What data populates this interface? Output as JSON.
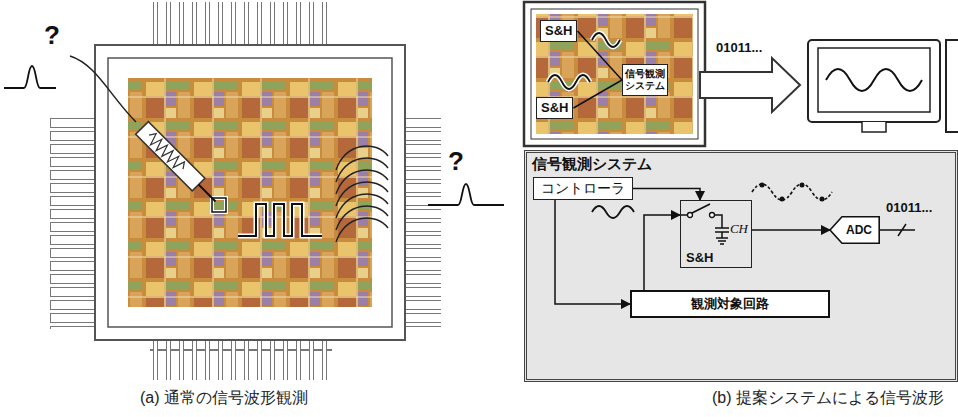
{
  "diagram": {
    "nodes": [
      {
        "text": [
          "S&H"
        ]
      },
      {
        "text": [
          "S&H"
        ]
      },
      {
        "text": [
          "信号観測システム"
        ]
      },
      {
        "text": [
          "信号観測システム"
        ]
      },
      {
        "text": [
          "コントローラ"
        ],
        "in": 3
      },
      {
        "text": [
          "S&H",
          "CH"
        ],
        "in": 3
      },
      {
        "text": [
          "ADC"
        ],
        "in": 3
      },
      {
        "text": [
          "観測対象回路"
        ],
        "in": 3
      }
    ],
    "edges": [
      {
        "from": 0,
        "to": 2,
        "arrow": "none"
      },
      {
        "from": 1,
        "to": 2,
        "arrow": "none"
      },
      {
        "from": 4,
        "to": 5,
        "arrow": "to"
      },
      {
        "from": 4,
        "to": 7,
        "arrow": "to"
      },
      {
        "from": 7,
        "to": 5,
        "arrow": "to"
      },
      {
        "from": 5,
        "to": 6,
        "arrow": "to"
      }
    ],
    "labels": [
      "?",
      "?",
      "01011...",
      "01011...",
      "(a) 通常の信号波形観測",
      "(b) 提案システムによる信号波形"
    ]
  }
}
